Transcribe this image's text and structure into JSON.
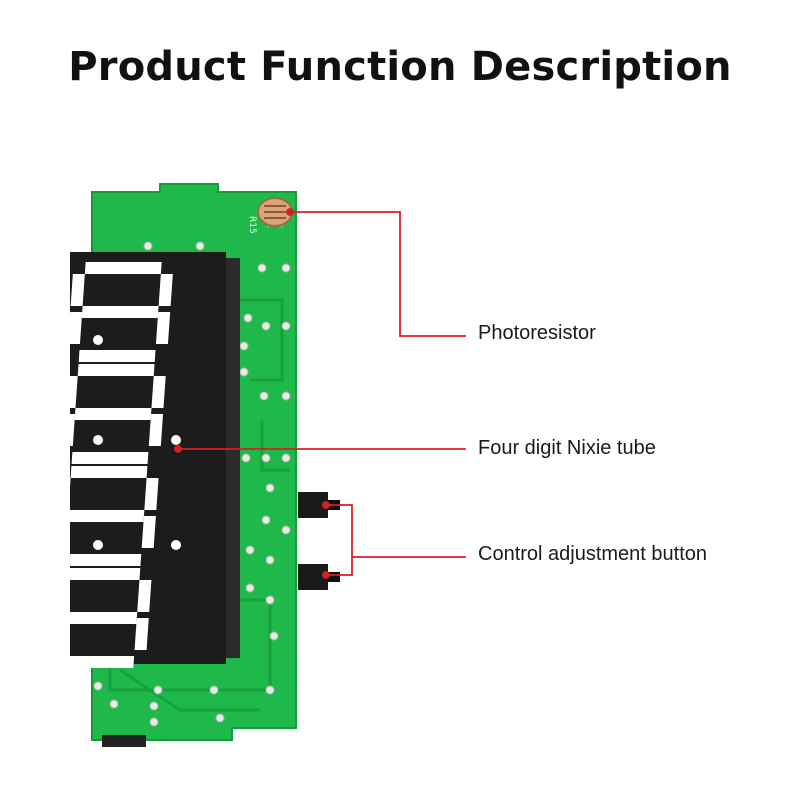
{
  "title": "Product Function Description",
  "pcb_marking": "R15",
  "callouts": [
    {
      "label": "Photoresistor"
    },
    {
      "label": "Four digit Nixie tube"
    },
    {
      "label": "Control adjustment button"
    }
  ],
  "colors": {
    "pcb": "#1fb84a",
    "display": "#1c1c1c",
    "segment": "#ffffff",
    "leader_line": "#d42020"
  }
}
